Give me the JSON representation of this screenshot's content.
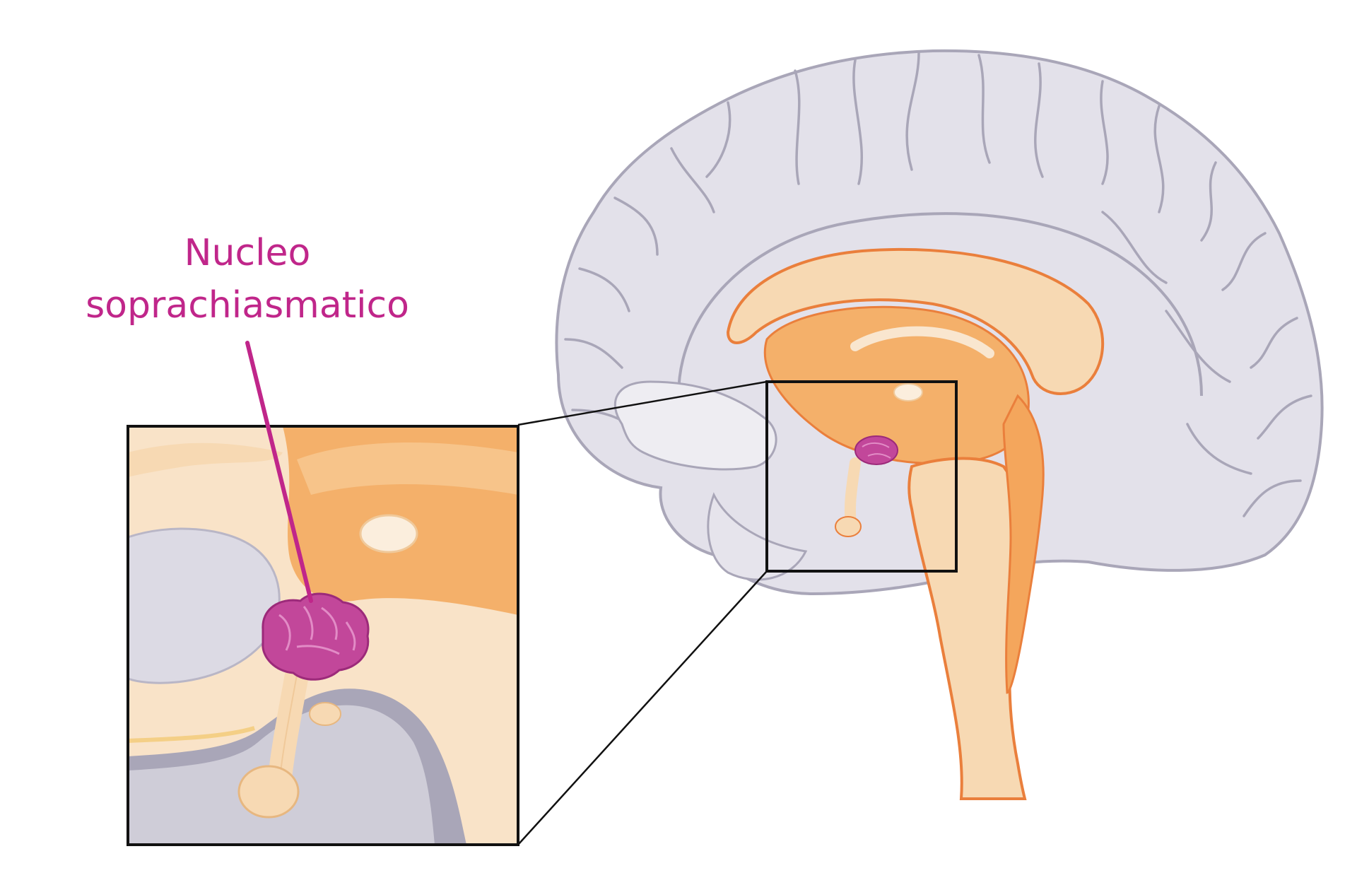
{
  "label": {
    "line1": "Nucleo",
    "line2": "soprachiasmatico"
  },
  "colors": {
    "label": "#c0268a",
    "nucleus": "#c2479a",
    "cortex_fill": "#e3e1ea",
    "cortex_stroke": "#a9a6b8",
    "deep_fill": "#f7d9b3",
    "deep_orange": "#f4b06a",
    "deep_stroke": "#ea7f3c",
    "inset_border": "#111111"
  },
  "icons": {
    "brain": "brain-sagittal-section",
    "nucleus": "suprachiasmatic-nucleus"
  }
}
